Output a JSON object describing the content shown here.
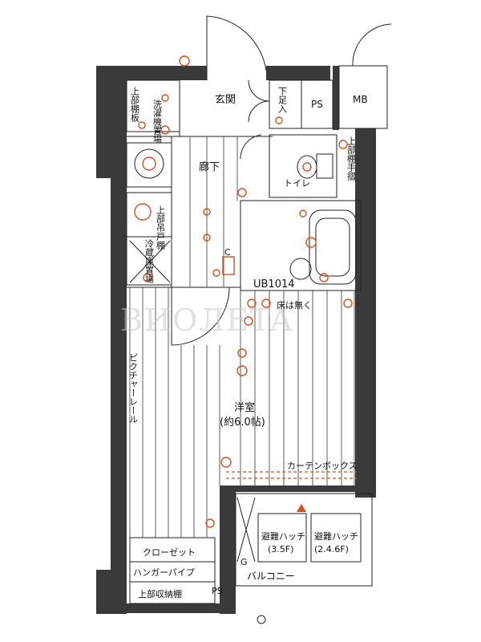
{
  "labels": {
    "entrance": "玄関",
    "corridor": "廊下",
    "toilet": "トイレ",
    "ps_top": "PS",
    "mb": "MB",
    "shoe_top": "下足入",
    "washer": "洗濯機置場",
    "upper_shelf_left": "上部棚板",
    "upper_shelf_right": "上部棚手摺",
    "upper_cupboard": "上部吊戸棚",
    "fridge": "冷蔵庫置場",
    "unit_bath": "UB1014",
    "western_room": "洋室",
    "western_room_size": "(約6.0帖)",
    "picture_rail": "ピクチャーレール",
    "curtain_box": "カーテンボックス",
    "floor_note": "床は無く",
    "closet": "クローゼット",
    "hanger_pipe": "ハンガーパイプ",
    "upper_storage": "上部収納棚",
    "ps_bottom": "PS",
    "balcony": "バルコニー",
    "hatch_left": "避難ハッチ",
    "hatch_left_floor": "(3.5F)",
    "hatch_right": "避難ハッチ",
    "hatch_right_floor": "(2.4.6F)",
    "g_mark": "G",
    "c_mark": "C"
  },
  "colors": {
    "wall": "#3a3a3a",
    "fixture_red": "#d9501f",
    "line": "#222222"
  }
}
